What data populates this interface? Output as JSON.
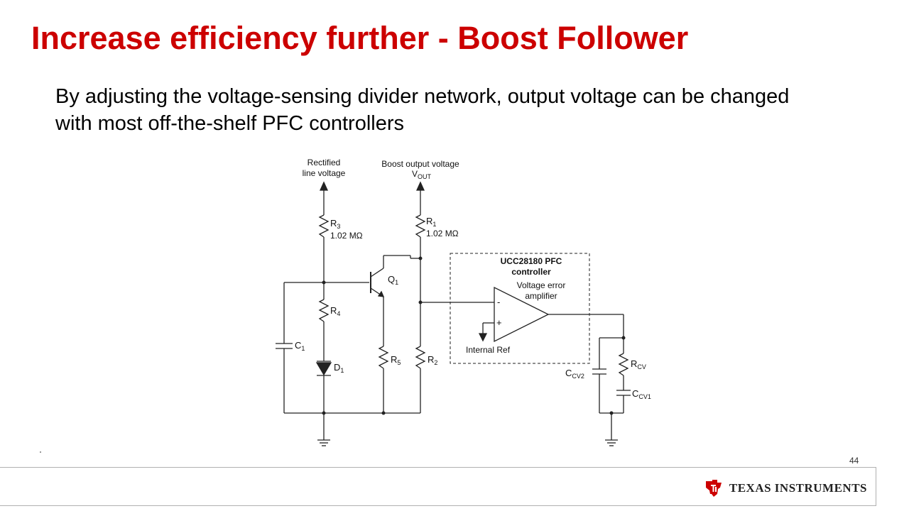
{
  "slide": {
    "title": "Increase efficiency further - Boost Follower",
    "subtitle": "By adjusting the voltage-sensing divider network, output voltage can be changed with most off-the-shelf PFC controllers",
    "page_number": "44"
  },
  "diagram": {
    "rectified_label_1": "Rectified",
    "rectified_label_2": "line voltage",
    "boost_label": "Boost output voltage",
    "vout_label": "V",
    "vout_sub": "OUT",
    "r3": "R",
    "r3_sub": "3",
    "r3_value": "1.02 MΩ",
    "r1": "R",
    "r1_sub": "1",
    "r1_value": "1.02 MΩ",
    "q1": "Q",
    "q1_sub": "1",
    "r4": "R",
    "r4_sub": "4",
    "c1": "C",
    "c1_sub": "1",
    "d1": "D",
    "d1_sub": "1",
    "r5": "R",
    "r5_sub": "5",
    "r2": "R",
    "r2_sub": "2",
    "controller_label_1": "UCC28180 PFC",
    "controller_label_2": "controller",
    "amp_label_1": "Voltage error",
    "amp_label_2": "amplifier",
    "minus": "-",
    "plus": "+",
    "internal_ref": "Internal Ref",
    "rcv": "R",
    "rcv_sub": "CV",
    "ccv2": "C",
    "ccv2_sub": "CV2",
    "ccv1": "C",
    "ccv1_sub": "CV1"
  },
  "footer": {
    "logo_text": "TEXAS INSTRUMENTS",
    "logo_icon": "ti-logo-icon",
    "brand_color": "#cc0000"
  }
}
